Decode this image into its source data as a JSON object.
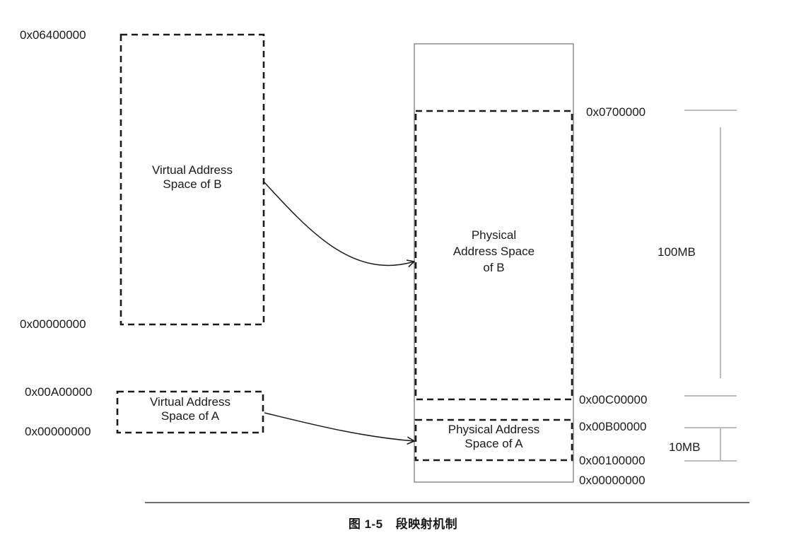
{
  "virtual_b": {
    "label_line1": "Virtual Address",
    "label_line2": "Space of B",
    "top_address": "0x06400000",
    "bottom_address": "0x00000000"
  },
  "virtual_a": {
    "label_line1": "Virtual Address",
    "label_line2": "Space of A",
    "top_address": "0x00A00000",
    "bottom_address": "0x00000000"
  },
  "physical_b": {
    "label_line1": "Physical",
    "label_line2": "Address Space",
    "label_line3": "of B"
  },
  "physical_a": {
    "label_line1": "Physical Address",
    "label_line2": "Space of A"
  },
  "physical_addresses": {
    "b_top": "0x0700000",
    "b_bottom": "0x00C00000",
    "a_top": "0x00B00000",
    "a_bottom": "0x00100000",
    "memory_bottom": "0x00000000"
  },
  "sizes": {
    "b_size": "100MB",
    "a_size": "10MB"
  },
  "caption": {
    "figure_number": "图 1-5",
    "title": "段映射机制"
  }
}
